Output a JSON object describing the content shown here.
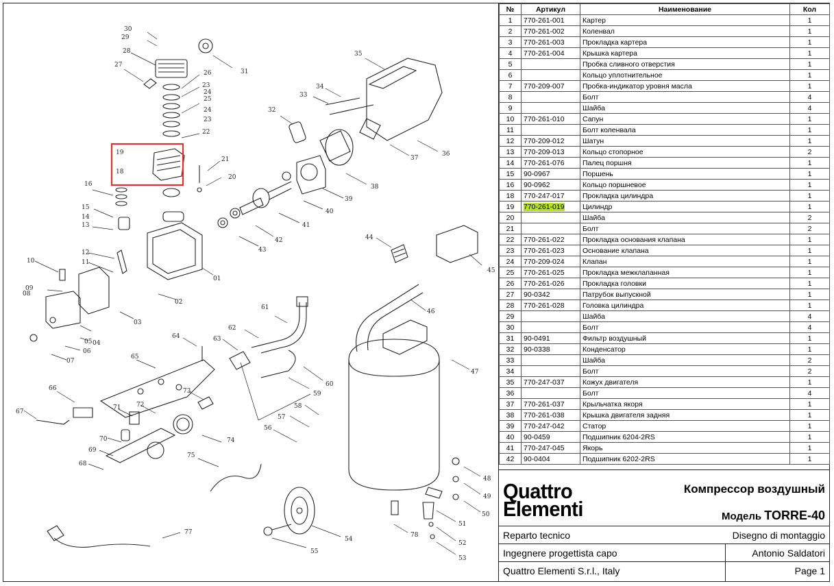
{
  "table": {
    "headers": {
      "num": "№",
      "article": "Артикул",
      "name": "Наименование",
      "qty": "Кол"
    },
    "rows": [
      {
        "num": "1",
        "article": "770-261-001",
        "name": "Картер",
        "qty": "1"
      },
      {
        "num": "2",
        "article": "770-261-002",
        "name": "Коленвал",
        "qty": "1"
      },
      {
        "num": "3",
        "article": "770-261-003",
        "name": "Прокладка картера",
        "qty": "1"
      },
      {
        "num": "4",
        "article": "770-261-004",
        "name": "Крышка картера",
        "qty": "1"
      },
      {
        "num": "5",
        "article": "",
        "name": "Пробка сливного отверстия",
        "qty": "1"
      },
      {
        "num": "6",
        "article": "",
        "name": "Кольцо уплотнительное",
        "qty": "1"
      },
      {
        "num": "7",
        "article": "770-209-007",
        "name": "Пробка-индикатор уровня масла",
        "qty": "1"
      },
      {
        "num": "8",
        "article": "",
        "name": "Болт",
        "qty": "4"
      },
      {
        "num": "9",
        "article": "",
        "name": "Шайба",
        "qty": "4"
      },
      {
        "num": "10",
        "article": "770-261-010",
        "name": "Сапун",
        "qty": "1"
      },
      {
        "num": "11",
        "article": "",
        "name": "Болт коленвала",
        "qty": "1"
      },
      {
        "num": "12",
        "article": "770-209-012",
        "name": "Шатун",
        "qty": "1"
      },
      {
        "num": "13",
        "article": "770-209-013",
        "name": "Кольцо стопорное",
        "qty": "2"
      },
      {
        "num": "14",
        "article": "770-261-076",
        "name": "Палец поршня",
        "qty": "1"
      },
      {
        "num": "15",
        "article": "90-0967",
        "name": "Поршень",
        "qty": "1"
      },
      {
        "num": "16",
        "article": "90-0962",
        "name": "Кольцо поршневое",
        "qty": "1"
      },
      {
        "num": "18",
        "article": "770-247-017",
        "name": "Прокладка цилиндра",
        "qty": "1"
      },
      {
        "num": "19",
        "article": "770-261-019",
        "name": "Цилиндр",
        "qty": "1",
        "highlight": true
      },
      {
        "num": "20",
        "article": "",
        "name": "Шайба",
        "qty": "2"
      },
      {
        "num": "21",
        "article": "",
        "name": "Болт",
        "qty": "2"
      },
      {
        "num": "22",
        "article": "770-261-022",
        "name": "Прокладка основания клапана",
        "qty": "1"
      },
      {
        "num": "23",
        "article": "770-261-023",
        "name": "Основание клапана",
        "qty": "1"
      },
      {
        "num": "24",
        "article": "770-209-024",
        "name": "Клапан",
        "qty": "1"
      },
      {
        "num": "25",
        "article": "770-261-025",
        "name": "Прокладка межклапанная",
        "qty": "1"
      },
      {
        "num": "26",
        "article": "770-261-026",
        "name": "Прокладка головки",
        "qty": "1"
      },
      {
        "num": "27",
        "article": "90-0342",
        "name": "Патрубок выпускной",
        "qty": "1"
      },
      {
        "num": "28",
        "article": "770-261-028",
        "name": "Головка цилиндра",
        "qty": "1"
      },
      {
        "num": "29",
        "article": "",
        "name": "Шайба",
        "qty": "4"
      },
      {
        "num": "30",
        "article": "",
        "name": "Болт",
        "qty": "4"
      },
      {
        "num": "31",
        "article": "90-0491",
        "name": "Фильтр воздушный",
        "qty": "1"
      },
      {
        "num": "32",
        "article": "90-0338",
        "name": "Конденсатор",
        "qty": "1"
      },
      {
        "num": "33",
        "article": "",
        "name": "Шайба",
        "qty": "2"
      },
      {
        "num": "34",
        "article": "",
        "name": "Болт",
        "qty": "2"
      },
      {
        "num": "35",
        "article": "770-247-037",
        "name": "Кожух двигателя",
        "qty": "1"
      },
      {
        "num": "36",
        "article": "",
        "name": "Болт",
        "qty": "4"
      },
      {
        "num": "37",
        "article": "770-261-037",
        "name": "Крыльчатка якоря",
        "qty": "1"
      },
      {
        "num": "38",
        "article": "770-261-038",
        "name": "Крышка двигателя задняя",
        "qty": "1"
      },
      {
        "num": "39",
        "article": "770-247-042",
        "name": "Статор",
        "qty": "1"
      },
      {
        "num": "40",
        "article": "90-0459",
        "name": "Подшипник  6204-2RS",
        "qty": "1"
      },
      {
        "num": "41",
        "article": "770-247-045",
        "name": "Якорь",
        "qty": "1"
      },
      {
        "num": "42",
        "article": "90-0404",
        "name": "Подшипник  6202-2RS",
        "qty": "1"
      }
    ]
  },
  "titleblock": {
    "logo_line1": "Quattro",
    "logo_line2": "Elementi",
    "title": "Компрессор воздушный",
    "model_prefix": "Модель",
    "model": "TORRE-40",
    "dept": "Reparto tecnico",
    "doc_type": "Disegno di montaggio",
    "role": "Ingegnere progettista capo",
    "engineer": "Antonio Saldatori",
    "company": "Quattro Elementi S.r.l., Italy",
    "page": "Page 1"
  },
  "diagram": {
    "highlight_color": "#e03030",
    "labels": [
      "30",
      "29",
      "28",
      "31",
      "27",
      "26",
      "23",
      "24",
      "25",
      "24",
      "23",
      "22",
      "19",
      "18",
      "21",
      "20",
      "16",
      "15",
      "14",
      "13",
      "12",
      "11",
      "10",
      "09",
      "08",
      "07",
      "06",
      "05",
      "04",
      "03",
      "02",
      "01",
      "32",
      "33",
      "34",
      "35",
      "36",
      "37",
      "38",
      "39",
      "40",
      "41",
      "42",
      "43",
      "44",
      "45",
      "46",
      "47",
      "48",
      "49",
      "50",
      "51",
      "52",
      "53",
      "54",
      "55",
      "56",
      "57",
      "58",
      "59",
      "60",
      "61",
      "62",
      "63",
      "64",
      "65",
      "66",
      "67",
      "68",
      "69",
      "70",
      "71",
      "72",
      "73",
      "74",
      "75",
      "77",
      "78"
    ]
  }
}
